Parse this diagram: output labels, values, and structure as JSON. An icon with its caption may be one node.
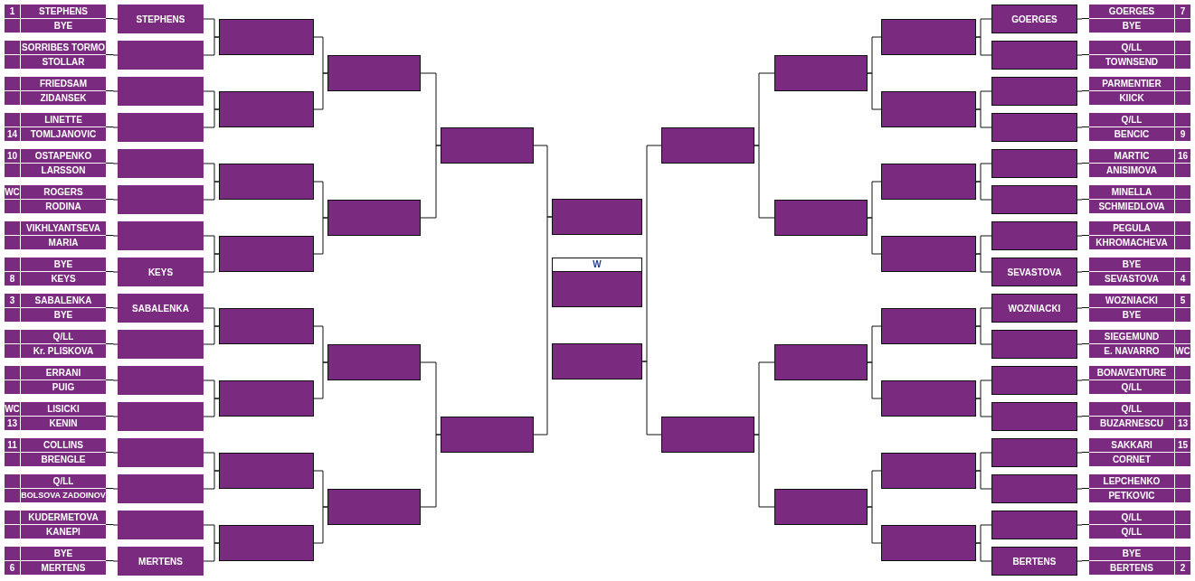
{
  "diagram": {
    "nodes": [
      {
        "text": [],
        "shape": "box"
      },
      {
        "text": [
          "STEPHENS"
        ],
        "beside": [
          "1"
        ],
        "in": 0
      },
      {
        "text": [
          "BYE"
        ],
        "in": 0
      },
      {
        "text": [],
        "shape": "box"
      },
      {
        "text": [
          "SORRIBES TORMO"
        ],
        "in": 3
      },
      {
        "text": [
          "STOLLAR"
        ],
        "in": 3
      },
      {
        "text": [],
        "shape": "box"
      },
      {
        "text": [
          "FRIEDSAM"
        ],
        "in": 6
      },
      {
        "text": [
          "ZIDANSEK"
        ],
        "in": 6
      },
      {
        "text": [],
        "shape": "box"
      },
      {
        "text": [
          "LINETTE"
        ],
        "in": 9
      },
      {
        "text": [
          "TOMLJANOVIC"
        ],
        "beside": [
          "14"
        ],
        "in": 9
      },
      {
        "text": [],
        "shape": "box"
      },
      {
        "text": [
          "OSTAPENKO"
        ],
        "beside": [
          "10"
        ],
        "in": 12
      },
      {
        "text": [
          "LARSSON"
        ],
        "in": 12
      },
      {
        "text": [],
        "shape": "box"
      },
      {
        "text": [
          "ROGERS"
        ],
        "beside": [
          "WC"
        ],
        "in": 15
      },
      {
        "text": [
          "RODINA"
        ],
        "in": 15
      },
      {
        "text": [],
        "shape": "box"
      },
      {
        "text": [
          "VIKHLYANTSEVA"
        ],
        "in": 18
      },
      {
        "text": [
          "MARIA"
        ],
        "in": 18
      },
      {
        "text": [],
        "shape": "box"
      },
      {
        "text": [
          "BYE"
        ],
        "in": 21
      },
      {
        "text": [
          "KEYS"
        ],
        "beside": [
          "8"
        ],
        "in": 21
      },
      {
        "text": [],
        "shape": "box"
      },
      {
        "text": [
          "SABALENKA"
        ],
        "beside": [
          "3"
        ],
        "in": 24
      },
      {
        "text": [
          "BYE"
        ],
        "in": 24
      },
      {
        "text": [],
        "shape": "box"
      },
      {
        "text": [
          "Q/LL"
        ],
        "in": 27
      },
      {
        "text": [
          "Kr. PLISKOVA"
        ],
        "in": 27
      },
      {
        "text": [],
        "shape": "box"
      },
      {
        "text": [
          "ERRANI"
        ],
        "in": 30
      },
      {
        "text": [
          "PUIG"
        ],
        "in": 30
      },
      {
        "text": [],
        "shape": "box"
      },
      {
        "text": [
          "LISICKI"
        ],
        "beside": [
          "WC"
        ],
        "in": 33
      },
      {
        "text": [
          "KENIN"
        ],
        "beside": [
          "13"
        ],
        "in": 33
      },
      {
        "text": [],
        "shape": "box"
      },
      {
        "text": [
          "COLLINS"
        ],
        "beside": [
          "11"
        ],
        "in": 36
      },
      {
        "text": [
          "BRENGLE"
        ],
        "in": 36
      },
      {
        "text": [],
        "shape": "box"
      },
      {
        "text": [
          "Q/LL"
        ],
        "in": 39
      },
      {
        "text": [
          "BOLSOVA ZADOINOV"
        ],
        "in": 39
      },
      {
        "text": [],
        "shape": "box"
      },
      {
        "text": [
          "KUDERMETOVA"
        ],
        "in": 42
      },
      {
        "text": [
          "KANEPI"
        ],
        "in": 42
      },
      {
        "text": [],
        "shape": "box"
      },
      {
        "text": [
          "BYE"
        ],
        "in": 45
      },
      {
        "text": [
          "MERTENS"
        ],
        "beside": [
          "6"
        ],
        "in": 45
      },
      {
        "text": [
          "STEPHENS"
        ]
      },
      {
        "text": [],
        "shape": "box"
      },
      {
        "text": [],
        "shape": "box"
      },
      {
        "text": [],
        "shape": "box"
      },
      {
        "text": [],
        "shape": "box"
      },
      {
        "text": [],
        "shape": "box"
      },
      {
        "text": [],
        "shape": "box"
      },
      {
        "text": [
          "KEYS"
        ]
      },
      {
        "text": [
          "SABALENKA"
        ]
      },
      {
        "text": [],
        "shape": "box"
      },
      {
        "text": [],
        "shape": "box"
      },
      {
        "text": [],
        "shape": "box"
      },
      {
        "text": [],
        "shape": "box"
      },
      {
        "text": [],
        "shape": "box"
      },
      {
        "text": [],
        "shape": "box"
      },
      {
        "text": [
          "MERTENS"
        ]
      },
      {
        "text": [],
        "shape": "box"
      },
      {
        "text": [],
        "shape": "box"
      },
      {
        "text": [],
        "shape": "box"
      },
      {
        "text": [],
        "shape": "box"
      },
      {
        "text": [],
        "shape": "box"
      },
      {
        "text": [],
        "shape": "box"
      },
      {
        "text": [],
        "shape": "box"
      },
      {
        "text": [],
        "shape": "box"
      },
      {
        "text": [],
        "shape": "box"
      },
      {
        "text": [],
        "shape": "box"
      },
      {
        "text": [],
        "shape": "box"
      },
      {
        "text": [],
        "shape": "box"
      },
      {
        "text": [],
        "shape": "box"
      },
      {
        "text": [],
        "shape": "box"
      },
      {
        "text": [],
        "shape": "box"
      },
      {
        "text": [
          "W"
        ]
      },
      {
        "text": [],
        "shape": "box"
      },
      {
        "text": [],
        "shape": "box"
      },
      {
        "text": [
          "GOERGES"
        ],
        "beside": [
          "7"
        ],
        "in": 81
      },
      {
        "text": [
          "BYE"
        ],
        "in": 81
      },
      {
        "text": [],
        "shape": "box"
      },
      {
        "text": [
          "Q/LL"
        ],
        "in": 84
      },
      {
        "text": [
          "TOWNSEND"
        ],
        "in": 84
      },
      {
        "text": [],
        "shape": "box"
      },
      {
        "text": [
          "PARMENTIER"
        ],
        "in": 87
      },
      {
        "text": [
          "KIICK"
        ],
        "in": 87
      },
      {
        "text": [],
        "shape": "box"
      },
      {
        "text": [
          "Q/LL"
        ],
        "in": 90
      },
      {
        "text": [
          "BENCIC"
        ],
        "beside": [
          "9"
        ],
        "in": 90
      },
      {
        "text": [],
        "shape": "box"
      },
      {
        "text": [
          "MARTIC"
        ],
        "beside": [
          "16"
        ],
        "in": 93
      },
      {
        "text": [
          "ANISIMOVA"
        ],
        "in": 93
      },
      {
        "text": [],
        "shape": "box"
      },
      {
        "text": [
          "MINELLA"
        ],
        "in": 96
      },
      {
        "text": [
          "SCHMIEDLOVA"
        ],
        "in": 96
      },
      {
        "text": [],
        "shape": "box"
      },
      {
        "text": [
          "PEGULA"
        ],
        "in": 99
      },
      {
        "text": [
          "KHROMACHEVA"
        ],
        "in": 99
      },
      {
        "text": [],
        "shape": "box"
      },
      {
        "text": [
          "BYE"
        ],
        "in": 102
      },
      {
        "text": [
          "SEVASTOVA"
        ],
        "beside": [
          "4"
        ],
        "in": 102
      },
      {
        "text": [],
        "shape": "box"
      },
      {
        "text": [
          "WOZNIACKI"
        ],
        "beside": [
          "5"
        ],
        "in": 105
      },
      {
        "text": [
          "BYE"
        ],
        "in": 105
      },
      {
        "text": [],
        "shape": "box"
      },
      {
        "text": [
          "SIEGEMUND"
        ],
        "in": 108
      },
      {
        "text": [
          "E. NAVARRO"
        ],
        "beside": [
          "WC"
        ],
        "in": 108
      },
      {
        "text": [],
        "shape": "box"
      },
      {
        "text": [
          "BONAVENTURE"
        ],
        "in": 111
      },
      {
        "text": [
          "Q/LL"
        ],
        "in": 111
      },
      {
        "text": [],
        "shape": "box"
      },
      {
        "text": [
          "Q/LL"
        ],
        "in": 114
      },
      {
        "text": [
          "BUZARNESCU"
        ],
        "beside": [
          "13"
        ],
        "in": 114
      },
      {
        "text": [],
        "shape": "box"
      },
      {
        "text": [
          "SAKKARI"
        ],
        "beside": [
          "15"
        ],
        "in": 117
      },
      {
        "text": [
          "CORNET"
        ],
        "in": 117
      },
      {
        "text": [],
        "shape": "box"
      },
      {
        "text": [
          "LEPCHENKO"
        ],
        "in": 120
      },
      {
        "text": [
          "PETKOVIC"
        ],
        "in": 120
      },
      {
        "text": [],
        "shape": "box"
      },
      {
        "text": [
          "Q/LL"
        ],
        "in": 123
      },
      {
        "text": [
          "Q/LL"
        ],
        "in": 123
      },
      {
        "text": [],
        "shape": "box"
      },
      {
        "text": [
          "BYE"
        ],
        "in": 126
      },
      {
        "text": [
          "BERTENS"
        ],
        "beside": [
          "2"
        ],
        "in": 126
      },
      {
        "text": [
          "GOERGES"
        ]
      },
      {
        "text": [],
        "shape": "box"
      },
      {
        "text": [],
        "shape": "box"
      },
      {
        "text": [],
        "shape": "box"
      },
      {
        "text": [],
        "shape": "box"
      },
      {
        "text": [],
        "shape": "box"
      },
      {
        "text": [],
        "shape": "box"
      },
      {
        "text": [
          "SEVASTOVA"
        ]
      },
      {
        "text": [
          "WOZNIACKI"
        ]
      },
      {
        "text": [],
        "shape": "box"
      },
      {
        "text": [],
        "shape": "box"
      },
      {
        "text": [],
        "shape": "box"
      },
      {
        "text": [],
        "shape": "box"
      },
      {
        "text": [],
        "shape": "box"
      },
      {
        "text": [],
        "shape": "box"
      },
      {
        "text": [
          "BERTENS"
        ]
      },
      {
        "text": [],
        "shape": "box"
      },
      {
        "text": [],
        "shape": "box"
      },
      {
        "text": [],
        "shape": "box"
      },
      {
        "text": [],
        "shape": "box"
      },
      {
        "text": [],
        "shape": "box"
      },
      {
        "text": [],
        "shape": "box"
      },
      {
        "text": [],
        "shape": "box"
      },
      {
        "text": [],
        "shape": "box"
      },
      {
        "text": [],
        "shape": "box"
      },
      {
        "text": [],
        "shape": "box"
      },
      {
        "text": [],
        "shape": "box"
      },
      {
        "text": [],
        "shape": "box"
      },
      {
        "text": [],
        "shape": "box"
      },
      {
        "text": [],
        "shape": "box"
      }
    ],
    "edges": [
      {
        "from": 0,
        "to": 48,
        "arrow": "none"
      },
      {
        "from": 3,
        "to": 49,
        "arrow": "none"
      },
      {
        "from": 6,
        "to": 50,
        "arrow": "none"
      },
      {
        "from": 9,
        "to": 51,
        "arrow": "none"
      },
      {
        "from": 12,
        "to": 52,
        "arrow": "none"
      },
      {
        "from": 15,
        "to": 53,
        "arrow": "none"
      },
      {
        "from": 18,
        "to": 54,
        "arrow": "none"
      },
      {
        "from": 21,
        "to": 55,
        "arrow": "none"
      },
      {
        "from": 24,
        "to": 56,
        "arrow": "none"
      },
      {
        "from": 27,
        "to": 57,
        "arrow": "none"
      },
      {
        "from": 30,
        "to": 58,
        "arrow": "none"
      },
      {
        "from": 33,
        "to": 59,
        "arrow": "none"
      },
      {
        "from": 36,
        "to": 60,
        "arrow": "none"
      },
      {
        "from": 39,
        "to": 61,
        "arrow": "none"
      },
      {
        "from": 42,
        "to": 62,
        "arrow": "none"
      },
      {
        "from": 45,
        "to": 63,
        "arrow": "none"
      },
      {
        "from": 48,
        "to": 64,
        "arrow": "none"
      },
      {
        "from": 49,
        "to": 64,
        "arrow": "none"
      },
      {
        "from": 50,
        "to": 65,
        "arrow": "none"
      },
      {
        "from": 51,
        "to": 65,
        "arrow": "none"
      },
      {
        "from": 52,
        "to": 66,
        "arrow": "none"
      },
      {
        "from": 53,
        "to": 66,
        "arrow": "none"
      },
      {
        "from": 54,
        "to": 67,
        "arrow": "none"
      },
      {
        "from": 55,
        "to": 67,
        "arrow": "none"
      },
      {
        "from": 56,
        "to": 68,
        "arrow": "none"
      },
      {
        "from": 57,
        "to": 68,
        "arrow": "none"
      },
      {
        "from": 58,
        "to": 69,
        "arrow": "none"
      },
      {
        "from": 59,
        "to": 69,
        "arrow": "none"
      },
      {
        "from": 60,
        "to": 70,
        "arrow": "none"
      },
      {
        "from": 61,
        "to": 70,
        "arrow": "none"
      },
      {
        "from": 62,
        "to": 71,
        "arrow": "none"
      },
      {
        "from": 63,
        "to": 71,
        "arrow": "none"
      },
      {
        "from": 64,
        "to": 72,
        "arrow": "none"
      },
      {
        "from": 65,
        "to": 72,
        "arrow": "none"
      },
      {
        "from": 66,
        "to": 73,
        "arrow": "none"
      },
      {
        "from": 67,
        "to": 73,
        "arrow": "none"
      },
      {
        "from": 68,
        "to": 74,
        "arrow": "none"
      },
      {
        "from": 69,
        "to": 74,
        "arrow": "none"
      },
      {
        "from": 70,
        "to": 75,
        "arrow": "none"
      },
      {
        "from": 71,
        "to": 75,
        "arrow": "none"
      },
      {
        "from": 72,
        "to": 76,
        "arrow": "none"
      },
      {
        "from": 73,
        "to": 76,
        "arrow": "none"
      },
      {
        "from": 74,
        "to": 77,
        "arrow": "none"
      },
      {
        "from": 75,
        "to": 77,
        "arrow": "none"
      },
      {
        "from": 76,
        "to": 78,
        "arrow": "none"
      },
      {
        "from": 77,
        "to": 78,
        "arrow": "none"
      },
      {
        "from": 81,
        "to": 129,
        "arrow": "none"
      },
      {
        "from": 84,
        "to": 130,
        "arrow": "none"
      },
      {
        "from": 87,
        "to": 131,
        "arrow": "none"
      },
      {
        "from": 90,
        "to": 132,
        "arrow": "none"
      },
      {
        "from": 93,
        "to": 133,
        "arrow": "none"
      },
      {
        "from": 96,
        "to": 134,
        "arrow": "none"
      },
      {
        "from": 99,
        "to": 135,
        "arrow": "none"
      },
      {
        "from": 102,
        "to": 136,
        "arrow": "none"
      },
      {
        "from": 105,
        "to": 137,
        "arrow": "none"
      },
      {
        "from": 108,
        "to": 138,
        "arrow": "none"
      },
      {
        "from": 111,
        "to": 139,
        "arrow": "none"
      },
      {
        "from": 114,
        "to": 140,
        "arrow": "none"
      },
      {
        "from": 117,
        "to": 141,
        "arrow": "none"
      },
      {
        "from": 120,
        "to": 142,
        "arrow": "none"
      },
      {
        "from": 123,
        "to": 143,
        "arrow": "none"
      },
      {
        "from": 126,
        "to": 144,
        "arrow": "none"
      },
      {
        "from": 129,
        "to": 145,
        "arrow": "none"
      },
      {
        "from": 130,
        "to": 145,
        "arrow": "none"
      },
      {
        "from": 131,
        "to": 146,
        "arrow": "none"
      },
      {
        "from": 132,
        "to": 146,
        "arrow": "none"
      },
      {
        "from": 133,
        "to": 147,
        "arrow": "none"
      },
      {
        "from": 134,
        "to": 147,
        "arrow": "none"
      },
      {
        "from": 135,
        "to": 148,
        "arrow": "none"
      },
      {
        "from": 136,
        "to": 148,
        "arrow": "none"
      },
      {
        "from": 137,
        "to": 149,
        "arrow": "none"
      },
      {
        "from": 138,
        "to": 149,
        "arrow": "none"
      },
      {
        "from": 139,
        "to": 150,
        "arrow": "none"
      },
      {
        "from": 140,
        "to": 150,
        "arrow": "none"
      },
      {
        "from": 141,
        "to": 151,
        "arrow": "none"
      },
      {
        "from": 142,
        "to": 151,
        "arrow": "none"
      },
      {
        "from": 143,
        "to": 152,
        "arrow": "none"
      },
      {
        "from": 144,
        "to": 152,
        "arrow": "none"
      },
      {
        "from": 145,
        "to": 153,
        "arrow": "none"
      },
      {
        "from": 146,
        "to": 153,
        "arrow": "none"
      },
      {
        "from": 147,
        "to": 154,
        "arrow": "none"
      },
      {
        "from": 148,
        "to": 154,
        "arrow": "none"
      },
      {
        "from": 149,
        "to": 155,
        "arrow": "none"
      },
      {
        "from": 150,
        "to": 155,
        "arrow": "none"
      },
      {
        "from": 151,
        "to": 156,
        "arrow": "none"
      },
      {
        "from": 152,
        "to": 156,
        "arrow": "none"
      },
      {
        "from": 153,
        "to": 157,
        "arrow": "none"
      },
      {
        "from": 154,
        "to": 157,
        "arrow": "none"
      },
      {
        "from": 155,
        "to": 158,
        "arrow": "none"
      },
      {
        "from": 156,
        "to": 158,
        "arrow": "none"
      },
      {
        "from": 157,
        "to": 80,
        "arrow": "none"
      },
      {
        "from": 158,
        "to": 80,
        "arrow": "none"
      }
    ]
  }
}
